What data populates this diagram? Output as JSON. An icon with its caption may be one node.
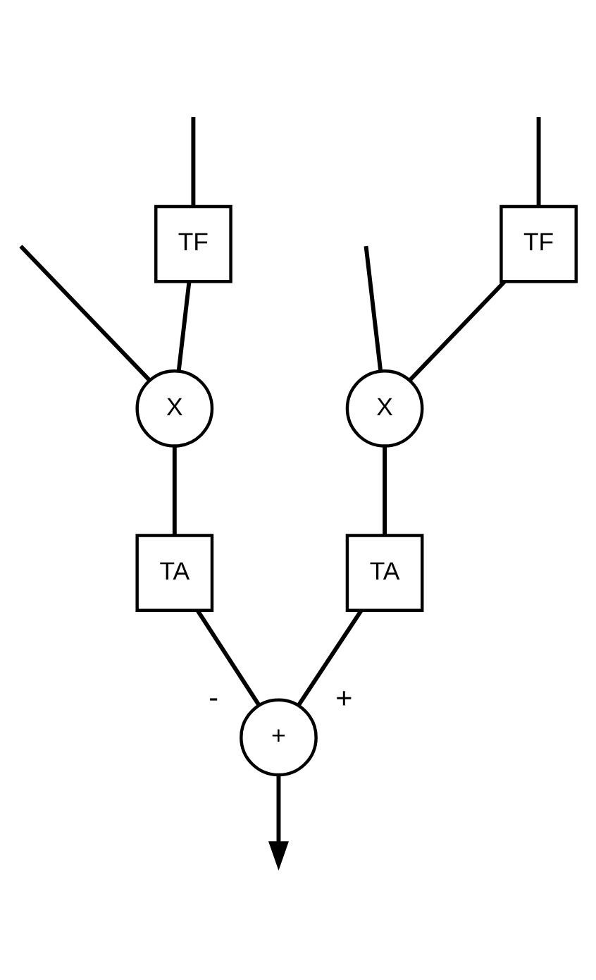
{
  "diagram": {
    "nodes": [
      {
        "text": [
          "TF"
        ]
      },
      {
        "text": [
          "TF"
        ]
      },
      {
        "text": [
          "X"
        ]
      },
      {
        "text": [
          "X"
        ]
      },
      {
        "text": [
          "TA"
        ]
      },
      {
        "text": [
          "TA"
        ]
      },
      {
        "text": [
          "+"
        ]
      }
    ],
    "edges": [
      {
        "from": null,
        "to": 2,
        "arrow": "none"
      },
      {
        "from": null,
        "to": 1,
        "arrow": "none"
      },
      {
        "from": null,
        "to": 3,
        "arrow": "none"
      },
      {
        "from": null,
        "to": 0,
        "arrow": "none"
      },
      {
        "from": 0,
        "to": 2,
        "arrow": "none"
      },
      {
        "from": 1,
        "to": 3,
        "arrow": "none"
      },
      {
        "from": 2,
        "to": 4,
        "arrow": "none"
      },
      {
        "from": 3,
        "to": 5,
        "arrow": "none"
      },
      {
        "from": 4,
        "to": 6,
        "arrow": "none",
        "label": "-"
      },
      {
        "from": 5,
        "to": 6,
        "arrow": "none",
        "label": "+"
      },
      {
        "from": 6,
        "to": null,
        "arrow": "to"
      }
    ]
  }
}
